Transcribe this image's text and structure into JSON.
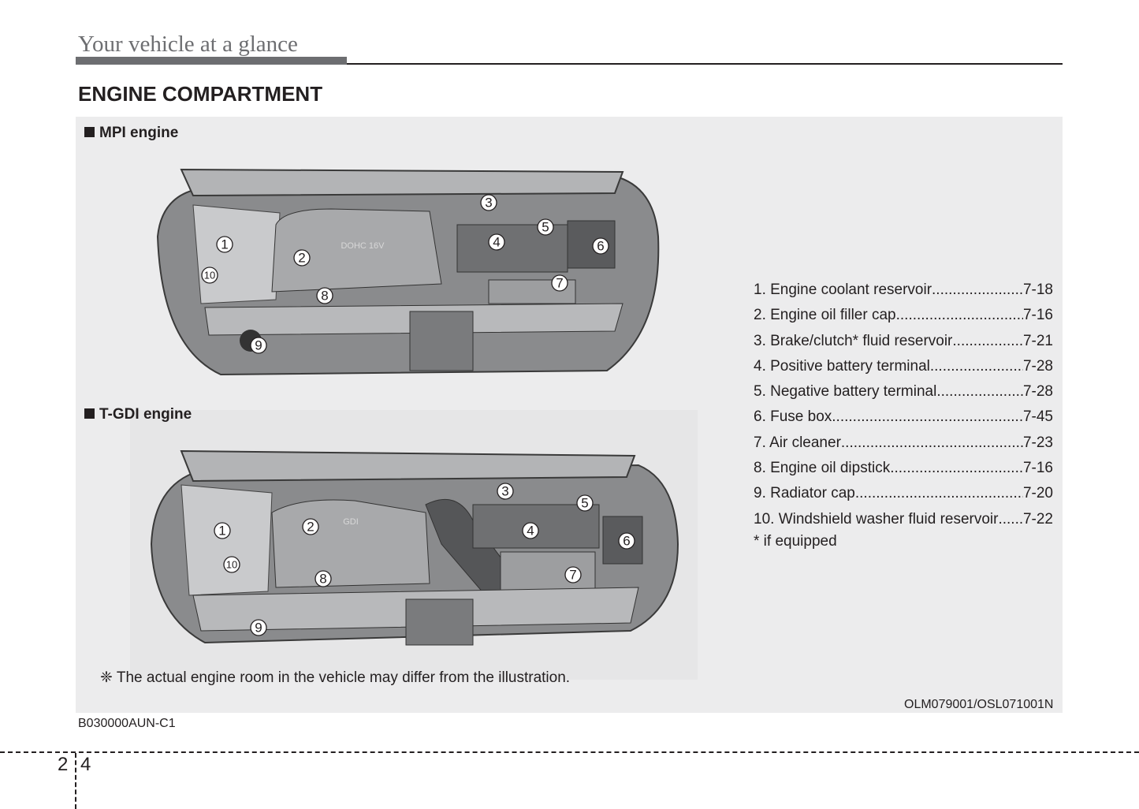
{
  "header": {
    "title": "Your vehicle at a glance"
  },
  "section_title": "ENGINE COMPARTMENT",
  "mpi": {
    "label": "MPI engine",
    "engine_mark": "DOHC 16V",
    "callouts": [
      "1",
      "2",
      "3",
      "4",
      "5",
      "6",
      "7",
      "8",
      "9",
      "10"
    ]
  },
  "tgdi": {
    "label": "T-GDI engine",
    "engine_mark": "GDI",
    "callouts": [
      "1",
      "2",
      "3",
      "4",
      "5",
      "6",
      "7",
      "8",
      "9",
      "10"
    ]
  },
  "legend": [
    {
      "label": "1. Engine coolant reservoir",
      "page": "7-18"
    },
    {
      "label": "2. Engine oil filler cap",
      "page": "7-16"
    },
    {
      "label": "3. Brake/clutch* fluid reservoir",
      "page": "7-21"
    },
    {
      "label": "4. Positive battery terminal",
      "page": "7-28"
    },
    {
      "label": "5. Negative battery terminal",
      "page": "7-28"
    },
    {
      "label": "6. Fuse box",
      "page": "7-45"
    },
    {
      "label": "7. Air cleaner",
      "page": "7-23"
    },
    {
      "label": "8. Engine oil dipstick",
      "page": "7-16"
    },
    {
      "label": "9. Radiator cap",
      "page": "7-20"
    },
    {
      "label": "10. Windshield washer fluid reservoir",
      "page": "7-22"
    }
  ],
  "footnote": "* if equipped",
  "note": "❈ The actual engine room in the vehicle may differ from the illustration.",
  "image_ref": "OLM079001/OSL071001N",
  "doc_code": "B030000AUN-C1",
  "page": {
    "chapter": "2",
    "number": "4"
  }
}
